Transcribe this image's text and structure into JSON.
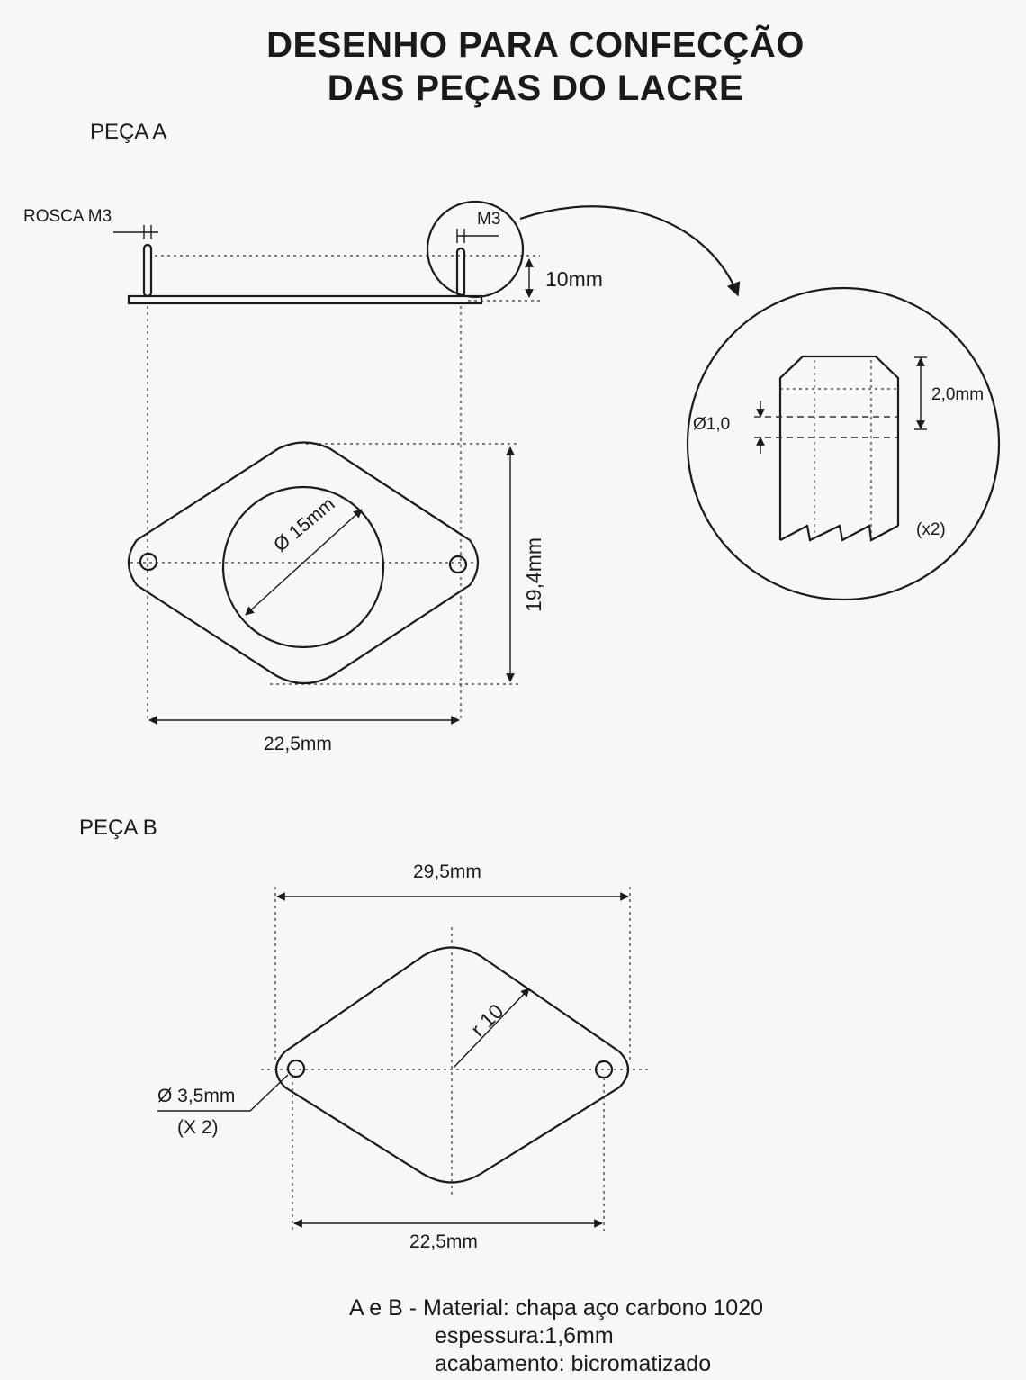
{
  "title": {
    "line1": "DESENHO PARA CONFECÇÃO",
    "line2": "DAS PEÇAS DO LACRE"
  },
  "peca_a": {
    "heading": "PEÇA A",
    "rosca_label": "ROSCA M3",
    "m3_label": "M3",
    "height_dim": "10mm",
    "hole_diameter": "Ø 15mm",
    "plate_height": "19,4mm",
    "plate_width": "22,5mm"
  },
  "detail": {
    "hole_dim": "Ø1,0",
    "tip_dim": "2,0mm",
    "count": "(x2)"
  },
  "peca_b": {
    "heading": "PEÇA B",
    "overall_width": "29,5mm",
    "radius": "r 10",
    "hole_dim": "Ø 3,5mm",
    "hole_count": "(X 2)",
    "hole_spacing": "22,5mm"
  },
  "notes": {
    "line1": "A e B - Material: chapa aço carbono 1020",
    "line2": "espessura:1,6mm",
    "line3": "acabamento: bicromatizado"
  }
}
